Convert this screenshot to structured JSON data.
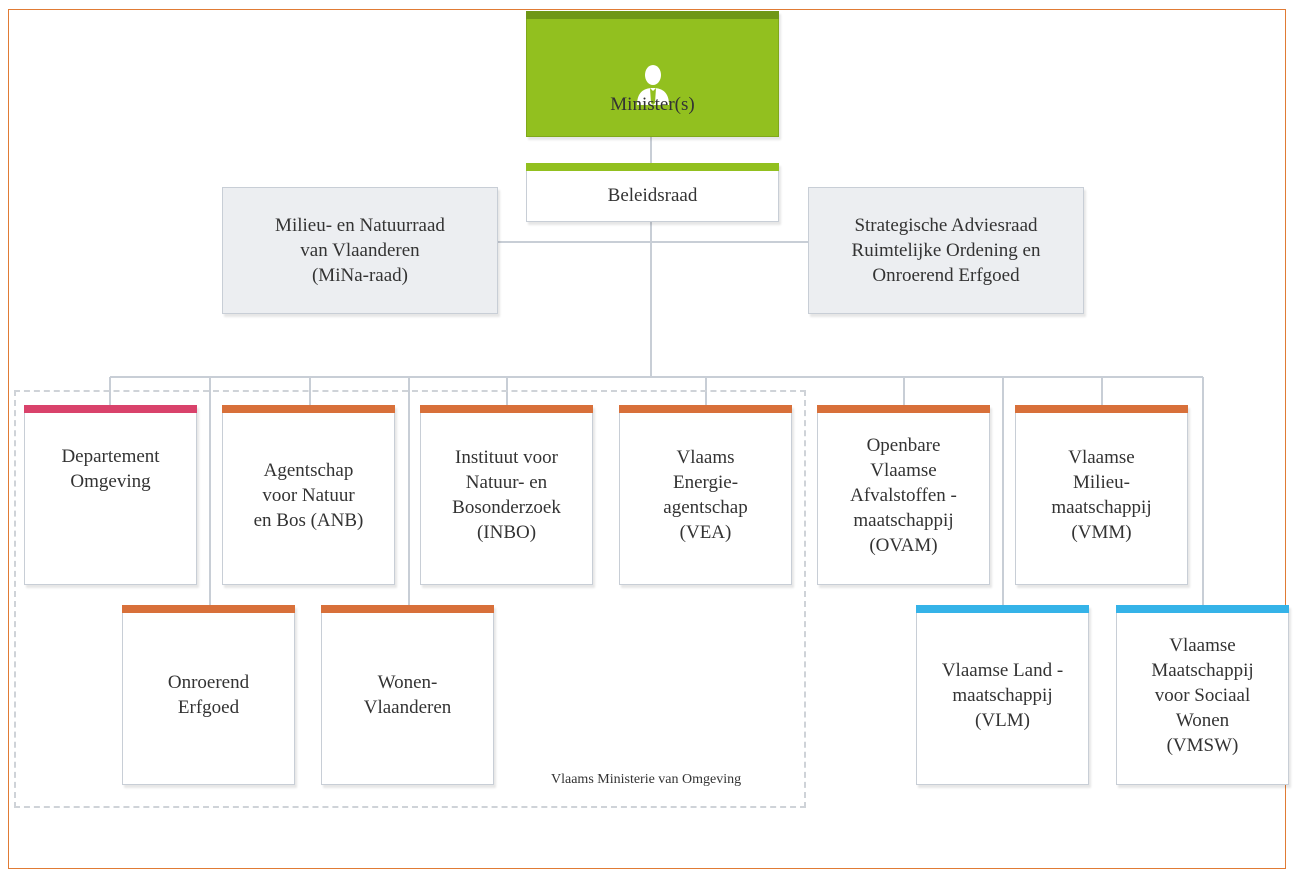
{
  "colors": {
    "minister": "#92c01f",
    "green_bar": "#92c01f",
    "red_bar": "#d9426b",
    "orange_bar": "#d8703a",
    "blue_bar": "#35b3e8",
    "connector": "#c8ced6",
    "frame": "#e07b35"
  },
  "nodes": {
    "minister": {
      "label": "Minister(s)",
      "icon": "person-icon"
    },
    "beleidsraad": {
      "label": "Beleidsraad"
    },
    "mina": {
      "label": "Milieu- en Natuurraad\nvan Vlaanderen\n(MiNa-raad)"
    },
    "sar": {
      "label": "Strategische Adviesraad\nRuimtelijke Ordening en\nOnroerend Erfgoed"
    },
    "departement": {
      "label": "Departement\nOmgeving"
    },
    "anb": {
      "label": "Agentschap\nvoor Natuur\nen Bos (ANB)"
    },
    "inbo": {
      "label": "Instituut voor\nNatuur- en\nBosonderzoek\n(INBO)"
    },
    "vea": {
      "label": "Vlaams\nEnergie-\nagentschap\n(VEA)"
    },
    "ovam": {
      "label": "Openbare\nVlaamse\nAfvalstoffen -\nmaatschappij\n(OVAM)"
    },
    "vmm": {
      "label": "Vlaamse\nMilieu-\nmaatschappij\n(VMM)"
    },
    "erfgoed": {
      "label": "Onroerend\nErfgoed"
    },
    "wonen": {
      "label": "Wonen-\nVlaanderen"
    },
    "vlm": {
      "label": "Vlaamse Land -\nmaatschappij\n(VLM)"
    },
    "vmsw": {
      "label": "Vlaamse\nMaatschappij\nvoor Sociaal\nWonen\n(VMSW)"
    }
  },
  "group_label": "Vlaams Ministerie van Omgeving"
}
